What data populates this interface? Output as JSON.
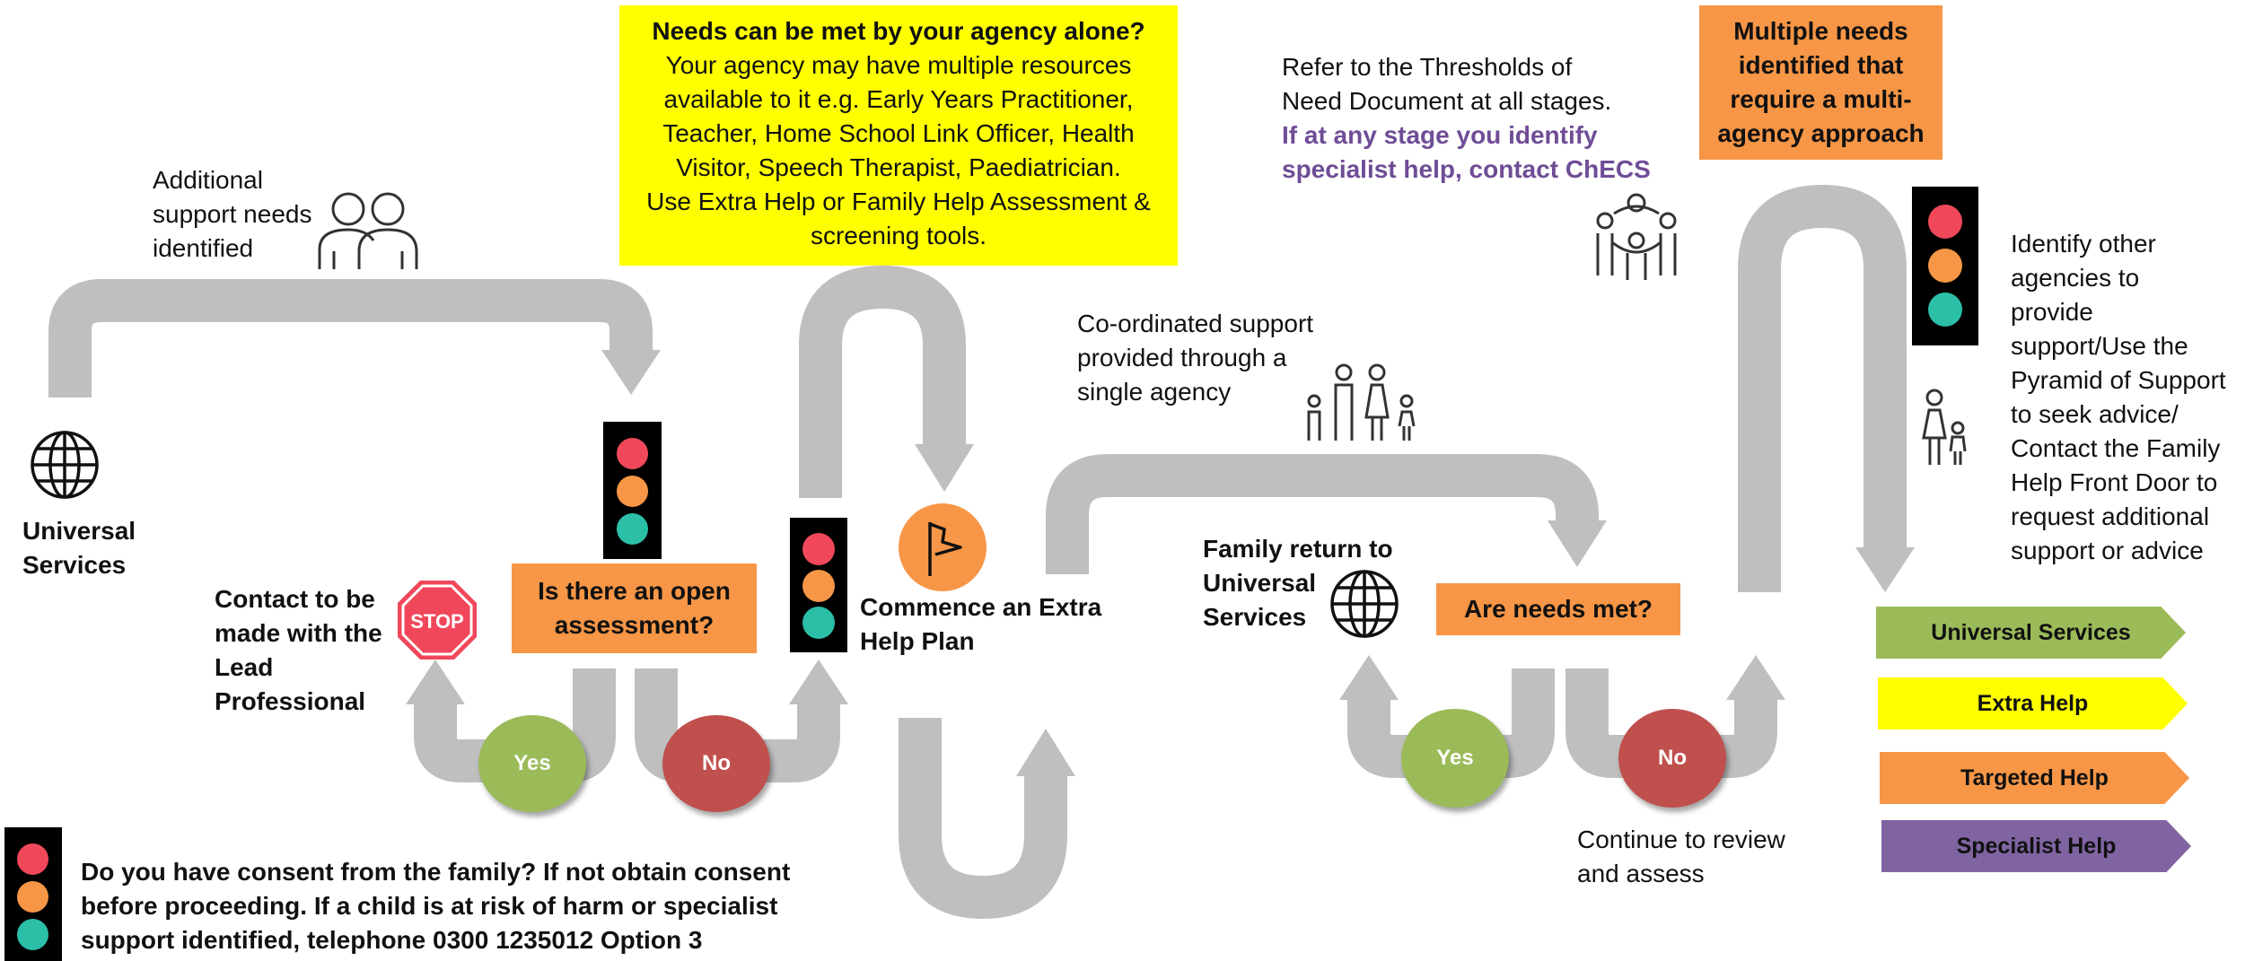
{
  "colors": {
    "track": "#bfbfbf",
    "yellow": "#ffff00",
    "orange": "#f79646",
    "green": "#9bbb59",
    "red": "#c0504d",
    "purple": "#8064a2",
    "purple_text": "#6f4d96",
    "lamp_red": "#f0485a",
    "lamp_amber": "#f79646",
    "lamp_teal": "#2bbfa8"
  },
  "additional_support": [
    "Additional",
    "support needs",
    "identified"
  ],
  "universal_services_left": [
    "Universal",
    "Services"
  ],
  "needs_box": {
    "heading": "Needs can be met by your agency alone?",
    "lines": [
      "Your agency may have multiple resources",
      "available to it e.g. Early Years Practitioner,",
      "Teacher, Home School Link Officer, Health",
      "Visitor, Speech Therapist, Paediatrician.",
      "Use Extra Help or Family Help Assessment &",
      "screening tools."
    ]
  },
  "thresholds": {
    "lines": [
      "Refer to the Thresholds of",
      "Need Document at all stages."
    ],
    "highlight": [
      "If at any stage you identify",
      "specialist help, contact ChECS"
    ]
  },
  "multiple_needs": [
    "Multiple needs",
    "identified that",
    "require a multi-",
    "agency approach"
  ],
  "identify_agencies": [
    "Identify other",
    "agencies to",
    "provide",
    "support/Use the",
    "Pyramid of Support",
    "to seek advice/",
    "Contact the Family",
    "Help Front Door to",
    "request additional",
    "support or advice"
  ],
  "coordinated": [
    "Co-ordinated support",
    "provided through a",
    "single agency"
  ],
  "open_assessment": [
    "Is there an open",
    "assessment?"
  ],
  "contact_lead": [
    "Contact to be",
    "made with the",
    "Lead",
    "Professional"
  ],
  "stop_label": "STOP",
  "commence": [
    "Commence an Extra",
    "Help Plan"
  ],
  "family_return": [
    "Family return to",
    "Universal",
    "Services"
  ],
  "needs_met": "Are needs met?",
  "yes_label": "Yes",
  "no_label": "No",
  "continue_review": [
    "Continue to review",
    "and assess"
  ],
  "consent": [
    "Do you have consent from the family?  If not obtain consent",
    "before proceeding.  If a child is at risk of harm or specialist",
    "support identified, telephone 0300 1235012 Option 3"
  ],
  "legend": [
    "Universal Services",
    "Extra Help",
    "Targeted Help",
    "Specialist Help"
  ]
}
